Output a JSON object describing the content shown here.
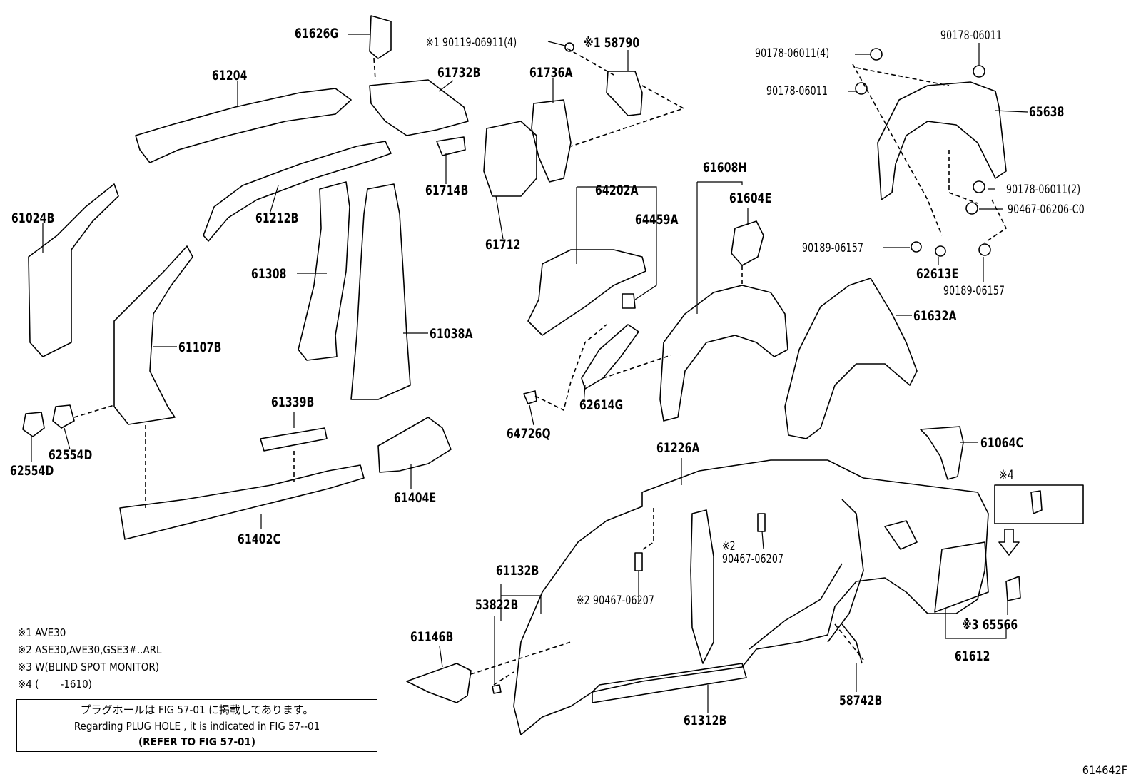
{
  "labels": {
    "l61626G": "61626G",
    "l61204": "61204",
    "l61732B": "61732B",
    "l90119": "※1 90119-06911(4)",
    "l58790": "※1 58790",
    "l61736A": "61736A",
    "l90178a": "90178-06011",
    "l90178b": "90178-06011(4)",
    "l90178c": "90178-06011",
    "l65638": "65638",
    "l61024B": "61024B",
    "l61212B": "61212B",
    "l61714B": "61714B",
    "l61712": "61712",
    "l64202A": "64202A",
    "l61608H": "61608H",
    "l61604E": "61604E",
    "l64459A": "64459A",
    "l90178d": "90178-06011(2)",
    "l90467a": "90467-06206-C0",
    "l90189a": "90189-06157",
    "l62613E": "62613E",
    "l90189b": "90189-06157",
    "l61308": "61308",
    "l61107B": "61107B",
    "l61038A": "61038A",
    "l61632A": "61632A",
    "l62614G": "62614G",
    "l64726Q": "64726Q",
    "l61339B": "61339B",
    "l62554Da": "62554D",
    "l62554Db": "62554D",
    "l61064C": "61064C",
    "l61226A": "61226A",
    "l61404E": "61404E",
    "l61402C": "61402C",
    "lx4": "※4",
    "lx2": "※2",
    "l90467b": "90467-06207",
    "l61132B": "61132B",
    "l90467c": "※2 90467-06207",
    "l53822B": "53822B",
    "l61146B": "61146B",
    "l61312B": "61312B",
    "l58742B": "58742B",
    "l65566": "※3 65566",
    "l61612": "61612"
  },
  "notes": {
    "n1": "※1 AVE30",
    "n2": "※2 ASE30,AVE30,GSE3#..ARL",
    "n3": "※3 W(BLIND SPOT MONITOR)",
    "n4": "※4 (　　-1610)"
  },
  "remark": {
    "line1": "プラグホールは FIG 57-01 に掲載してあります。",
    "line2": "Regarding  PLUG  HOLE , it is indicated in FIG  57--01",
    "line3": "(REFER TO FIG 57-01)"
  },
  "figure_id": "614642F"
}
